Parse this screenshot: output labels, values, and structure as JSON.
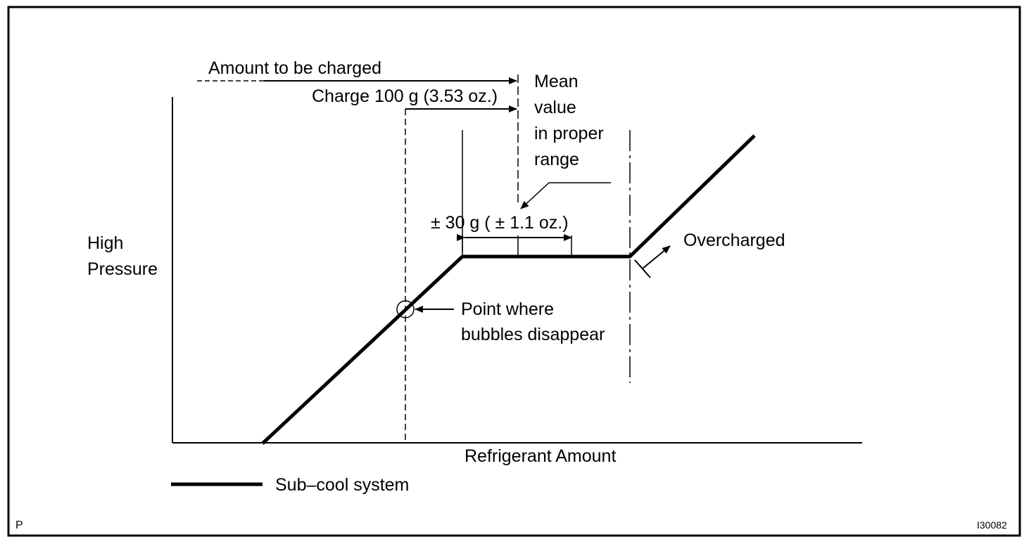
{
  "labels": {
    "amount_to_be_charged": "Amount to be charged",
    "charge_100g": "Charge 100 g (3.53 oz.)",
    "mean_value_lines": [
      "Mean",
      "value",
      "in proper",
      "range"
    ],
    "tolerance": "± 30 g ( ± 1.1 oz.)",
    "high_pressure_lines": [
      "High",
      "Pressure"
    ],
    "overcharged": "Overcharged",
    "bubbles_lines": [
      "Point where",
      "bubbles disappear"
    ],
    "x_axis": "Refrigerant Amount",
    "legend_sub_cool": "Sub–cool system",
    "corner_left": "P",
    "corner_right": "I30082"
  },
  "colors": {
    "line": "#000000",
    "background": "#ffffff"
  }
}
